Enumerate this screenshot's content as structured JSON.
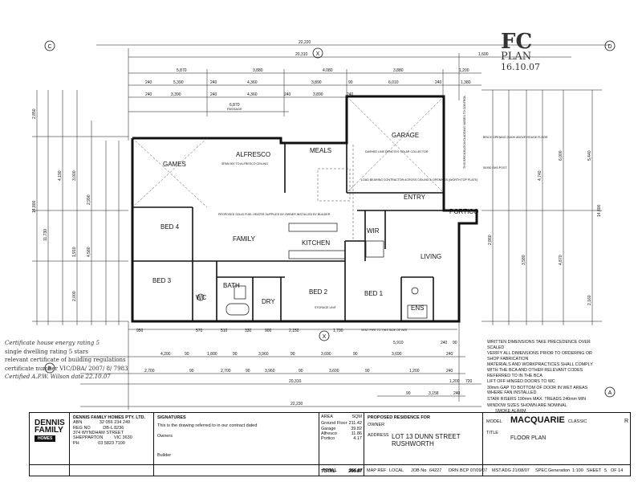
{
  "stamp": {
    "line1": "FC",
    "line2": "PLAN",
    "date": "16.10.07"
  },
  "grid_markers": {
    "c": "C",
    "x": "X",
    "d": "D",
    "b": "B",
    "a": "A"
  },
  "dims_top": {
    "overall": "22,220",
    "row2": [
      "20,310",
      "1,600"
    ],
    "row3": [
      "5,870",
      "3,880",
      "4,080",
      "3,880",
      "1,200"
    ],
    "row4": [
      "240",
      "5,390",
      "240",
      "4,360",
      "3,890",
      "90",
      "6,010",
      "240",
      "1,380"
    ],
    "row5": [
      "240",
      "3,390",
      "240",
      "4,360",
      "240",
      "3,890",
      "240"
    ],
    "passage": [
      "6,870",
      "PASSAGE"
    ]
  },
  "dims_bottom": {
    "row1": [
      "950",
      "570",
      "510",
      "330",
      "900",
      "2,150",
      "1,790",
      "5,910",
      "240",
      "90"
    ],
    "row2": [
      "4,200",
      "90",
      "1,800",
      "90",
      "3,960",
      "90",
      "3,600",
      "90",
      "3,690",
      "240"
    ],
    "row3": [
      "2,700",
      "90",
      "2,700",
      "90",
      "3,960",
      "90",
      "3,600",
      "90",
      "1,200",
      "240"
    ],
    "row4": [
      "20,310",
      "1,200",
      "720"
    ],
    "row5": [
      "90",
      "3,158",
      "240"
    ],
    "overall": "22,230"
  },
  "dims_left": [
    "2,850",
    "4,190",
    "3,000",
    "14,800",
    "11,730",
    "2,990",
    "4,580",
    "1,910",
    "2,000"
  ],
  "dims_right": [
    "6,000",
    "5,440",
    "4,740",
    "14,800",
    "2,860",
    "3,580",
    "4,870",
    "2,160"
  ],
  "rooms": {
    "games": "GAMES",
    "alfresco": "ALFRESCO",
    "meals": "MEALS",
    "garage": "GARAGE",
    "entry": "ENTRY",
    "portico": "PORTICO",
    "bed4": "BED 4",
    "family": "FAMILY",
    "kitchen": "KITCHEN",
    "wir": "WIR",
    "living": "LIVING",
    "bed3": "BED 3",
    "bath": "BATH",
    "wc": "WC",
    "dry": "DRY",
    "bed2": "BED 2",
    "bed1": "BED 1",
    "ens": "ENS"
  },
  "annotations": {
    "alfresco_note": "SPAN 900 TO ALFRESCO CEILING",
    "fire_note": "PROPOSED SOLID FUEL HEATER SUPPLIED BY OWNER INSTALLED BY BUILDER",
    "solar_note": "DASHED LINE DENOTES SOLAR COLLECTOR",
    "load_note": "LOAD BEARING CONTRACTOR ACROSS CEILING & OPENINGS (WORTH TOP PLATE)",
    "brick_note": "BRICK OPENING 2140H ABOVE HOUSE FLOOR",
    "post_note": "50X50 SHS POST",
    "storage": "STORAGE UNIT",
    "vent_note": "VENT PIPE TO THIS SIDE OF WIR",
    "side_note": "THIS BRICK/BLOCK/CLADDING VARIES TO CONTROL"
  },
  "handwritten": {
    "title": "Certificate house energy rating 5",
    "line1": "single dwelling rating  5  stars",
    "line2": "relevant certificate of building regulations",
    "line3": "certificate number  VIC/DBA/ 2007/ 8/ 7983",
    "line4": "Certified  A.P.W. Wilson   date  22.10.07"
  },
  "notes": [
    "WRITTEN DIMENSIONS TAKE PRECEDENCE OVER SCALED",
    "VERIFY ALL DIMENSIONS PRIOR TO ORDERING OR SHOP FABRICATION",
    "MATERIALS AND WORKPRACTICES SHALL COMPLY WITH THE BCA AND OTHER RELEVANT CODES REFERRED TO IN THE BCA",
    "LIFT OFF HINGED DOORS TO WC",
    "30mm GAP TO BOTTOM OF DOOR IN WET AREAS WHERE FAN INSTALLED",
    "STAIR RISERS 190mm MAX. TREADS 240mm MIN",
    "WINDOW SIZES SHOWN ARE NOMINAL",
    "SMOKE ALARM"
  ],
  "title_block": {
    "company": "DENNIS FAMILY HOMES PTY. LTD.",
    "logo_line1": "DENNIS",
    "logo_line2": "FAMILY",
    "logo_line3": "HOMES",
    "abn_label": "ABN",
    "abn": "32 056 234 249",
    "reg_label": "REG NO",
    "reg": "DB-L 8236",
    "address": "374 WYNDHAM STREET",
    "suburb": "SHEPPARTON",
    "state": "VIC 3630",
    "ph_label": "PH",
    "ph": "03 5823 7100",
    "signatures_label": "SIGNATURES",
    "sig_text": "This is the drawing referred to in our contract dated",
    "owners_label": "Owners",
    "builder_label": "Builder",
    "area_label": "AREA",
    "sqm_label": "SQM",
    "areas": [
      {
        "name": "Ground Floor",
        "value": "211.42"
      },
      {
        "name": "Garage",
        "value": "39.82"
      },
      {
        "name": "Alfresco",
        "value": "11.86"
      },
      {
        "name": "Portico",
        "value": "4.17"
      }
    ],
    "total_label": "TOTAL",
    "total": "266.87",
    "proposed_label": "PROPOSED RESIDENCE FOR",
    "owner_label": "OWNER",
    "address_label": "ADDRESS",
    "address_value": "LOT 13 DUNN STREET",
    "suburb_value": "RUSHWORTH",
    "model_label": "MODEL",
    "model": "MACQUARIE",
    "model_variant": "CLASSIC",
    "rev": "R",
    "title_label": "TITLE",
    "title": "FLOOR PLAN",
    "map_ref_label": "MAP REF",
    "map_ref": "LOCAL",
    "job_label": "JOB No",
    "job": "64227",
    "drn_label": "DRN",
    "drn": "BCP 07/09/07",
    "mst_label": "MST",
    "mst": "ADG 21/08/07",
    "spec_label": "SPEC",
    "spec": "Generation",
    "scale": "1:100",
    "sheet_label": "SHEET",
    "sheet": "5",
    "sheet_of": "OF 14"
  }
}
